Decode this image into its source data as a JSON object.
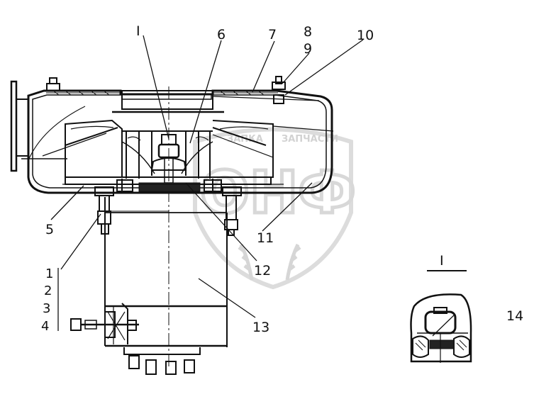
{
  "diagram": {
    "callouts": [
      "I",
      "6",
      "7",
      "8",
      "9",
      "10",
      "5",
      "11",
      "12",
      "13",
      "14",
      "1",
      "2",
      "3",
      "4"
    ],
    "detail_title": "I",
    "watermark": {
      "top": "ЗАПЧАСТИ",
      "left": "ЗАПКА",
      "big": "ОНФ"
    }
  }
}
